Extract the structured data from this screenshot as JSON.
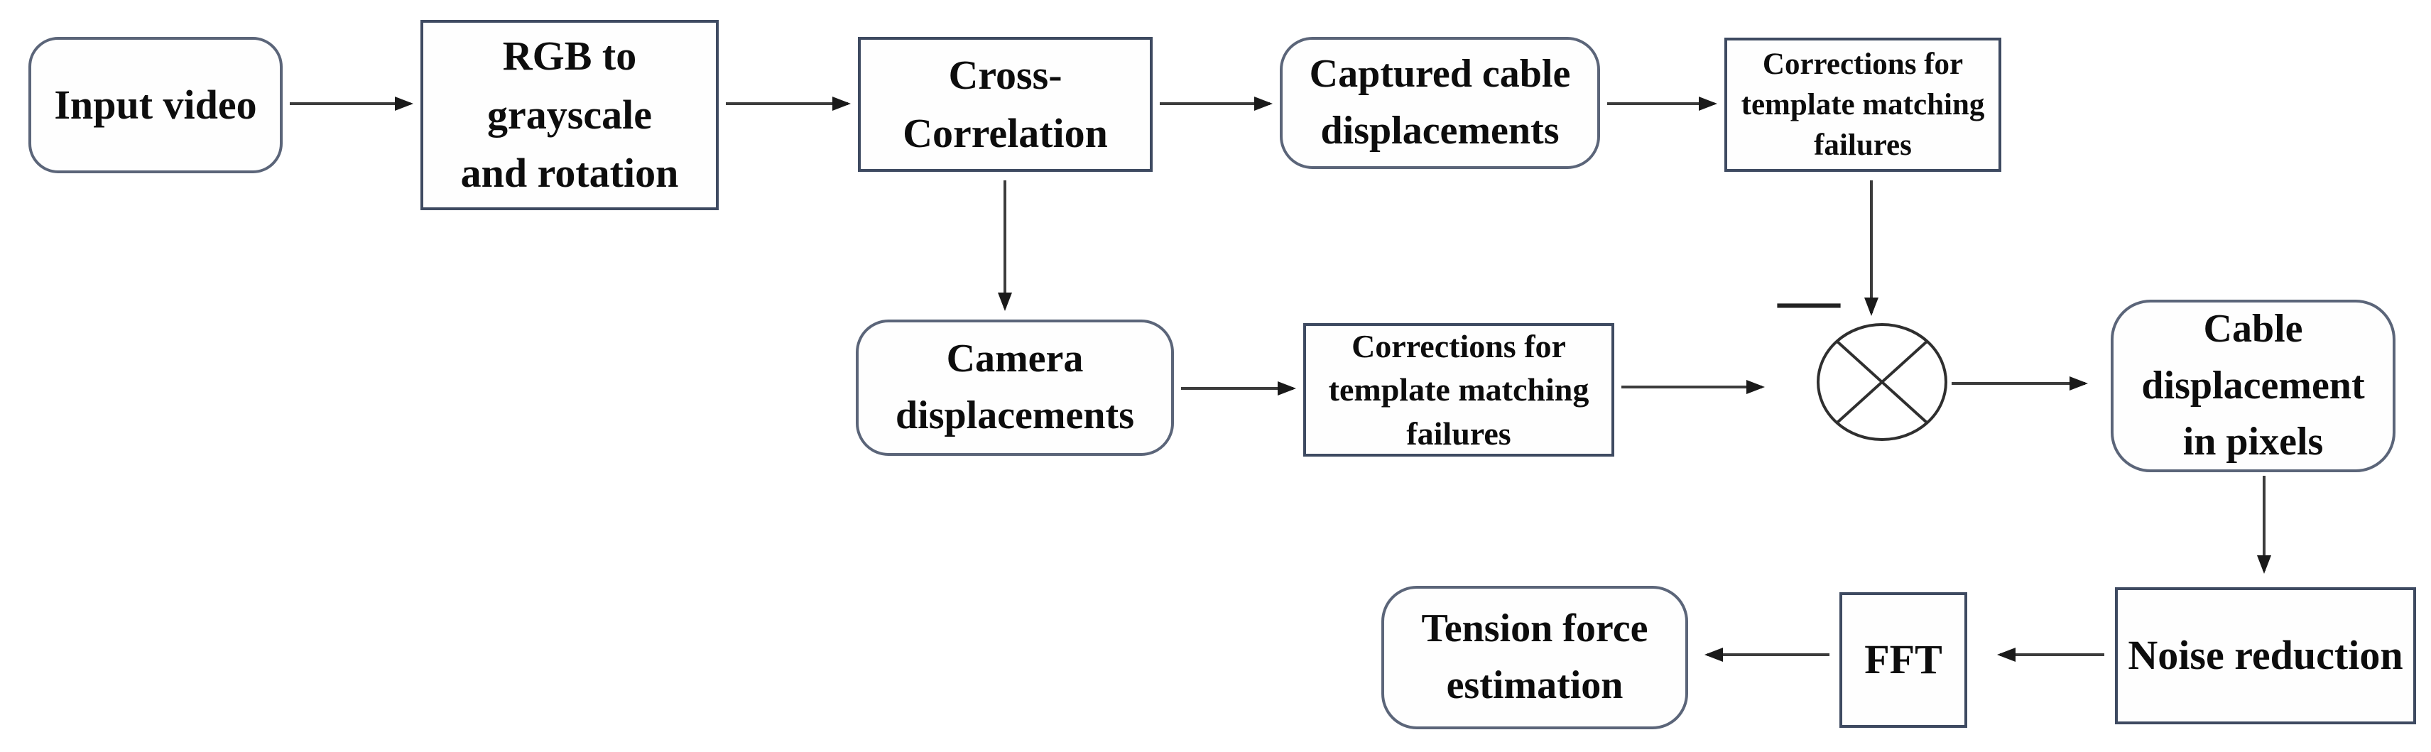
{
  "diagram": {
    "nodes": {
      "input_video": "Input video",
      "rgb_grayscale_rotation": "RGB to grayscale and rotation",
      "cross_correlation": "Cross-Correlation",
      "captured_cable_displacements": "Captured cable displacements",
      "corrections_template_matching_top": "Corrections for template matching failures",
      "camera_displacements": "Camera displacements",
      "corrections_template_matching_mid": "Corrections for template matching failures",
      "cable_displacement_pixels": "Cable displacement in pixels",
      "noise_reduction": "Noise reduction",
      "fft": "FFT",
      "tension_force_estimation": "Tension force estimation"
    },
    "operators": {
      "minus": "—"
    },
    "junction": {
      "shape": "circle-with-cross"
    },
    "edges": [
      {
        "from": "input_video",
        "to": "rgb_grayscale_rotation"
      },
      {
        "from": "rgb_grayscale_rotation",
        "to": "cross_correlation"
      },
      {
        "from": "cross_correlation",
        "to": "captured_cable_displacements"
      },
      {
        "from": "captured_cable_displacements",
        "to": "corrections_template_matching_top"
      },
      {
        "from": "corrections_template_matching_top",
        "to": "junction"
      },
      {
        "from": "cross_correlation",
        "to": "camera_displacements"
      },
      {
        "from": "camera_displacements",
        "to": "corrections_template_matching_mid"
      },
      {
        "from": "corrections_template_matching_mid",
        "to": "junction"
      },
      {
        "from": "junction",
        "to": "cable_displacement_pixels"
      },
      {
        "from": "cable_displacement_pixels",
        "to": "noise_reduction"
      },
      {
        "from": "noise_reduction",
        "to": "fft"
      },
      {
        "from": "fft",
        "to": "tension_force_estimation"
      }
    ]
  }
}
